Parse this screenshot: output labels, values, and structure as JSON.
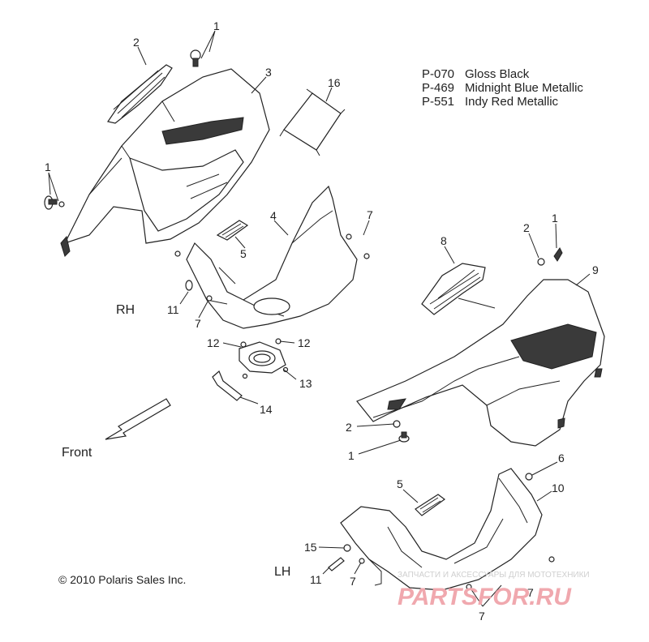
{
  "legend": [
    {
      "code": "P-070",
      "name": "Gloss Black"
    },
    {
      "code": "P-469",
      "name": "Midnight Blue Metallic"
    },
    {
      "code": "P-551",
      "name": "Indy Red Metallic"
    }
  ],
  "side_labels": {
    "rh": "RH",
    "lh": "LH"
  },
  "direction_label": "Front",
  "copyright": "© 2010 Polaris Sales Inc.",
  "watermark": {
    "line1": "ЗАПЧАСТИ И АКСЕССУАРЫ ДЛЯ МОТОТЕХНИКИ",
    "line2": "PARTSFOR.RU"
  },
  "callouts": {
    "c2_top": "2",
    "c1_top": "1",
    "c3": "3",
    "c16": "16",
    "c1_left": "1",
    "c4": "4",
    "c7_a": "7",
    "c5_top": "5",
    "c11_top": "11",
    "c7_b": "7",
    "c12_a": "12",
    "c12_b": "12",
    "c13": "13",
    "c14": "14",
    "c8": "8",
    "c2_right": "2",
    "c1_right": "1",
    "c9": "9",
    "c2_mid": "2",
    "c1_mid": "1",
    "c6": "6",
    "c5_low": "5",
    "c10": "10",
    "c15": "15",
    "c11_low": "11",
    "c7_c": "7",
    "c7_d": "7",
    "c7_e": "7"
  }
}
